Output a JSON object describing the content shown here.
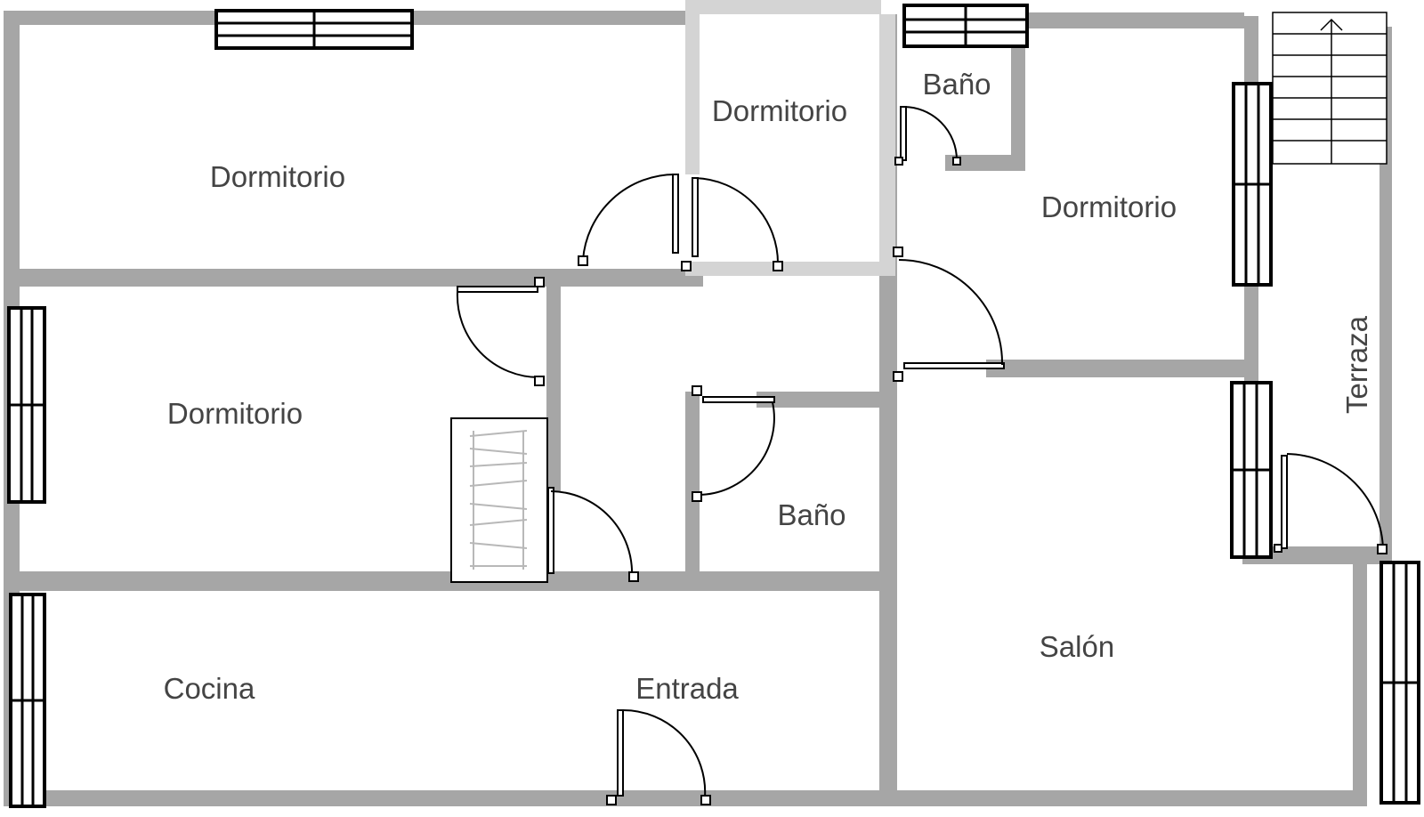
{
  "floor_plan": {
    "rooms": [
      {
        "id": "dormitorio-1",
        "label": "Dormitorio"
      },
      {
        "id": "dormitorio-2",
        "label": "Dormitorio"
      },
      {
        "id": "dormitorio-3",
        "label": "Dormitorio"
      },
      {
        "id": "dormitorio-4",
        "label": "Dormitorio"
      },
      {
        "id": "bano-1",
        "label": "Baño"
      },
      {
        "id": "bano-2",
        "label": "Baño"
      },
      {
        "id": "cocina",
        "label": "Cocina"
      },
      {
        "id": "entrada",
        "label": "Entrada"
      },
      {
        "id": "salon",
        "label": "Salón"
      },
      {
        "id": "terraza",
        "label": "Terraza"
      }
    ],
    "colors": {
      "wall": "#a6a6a6",
      "wall_light": "#d4d4d4",
      "label": "#444444",
      "line": "#000000",
      "background": "#ffffff"
    },
    "icons": [
      "door-icon",
      "window-icon",
      "stairs-icon",
      "wardrobe-icon"
    ]
  }
}
